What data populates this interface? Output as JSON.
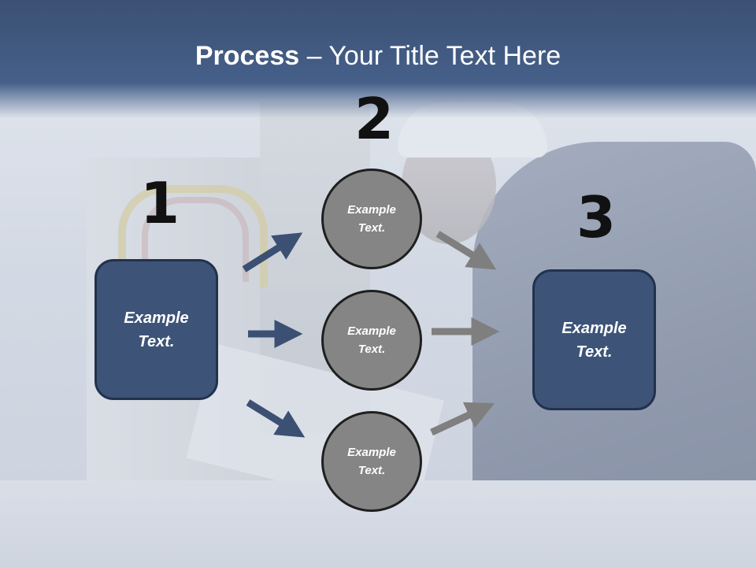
{
  "slide": {
    "title_bold": "Process",
    "title_rest": " – Your Title Text Here"
  },
  "numbers": {
    "one": "1",
    "two": "2",
    "three": "3"
  },
  "left_box": {
    "text": "Example\nText."
  },
  "circles": [
    {
      "text": "Example\nText."
    },
    {
      "text": "Example\nText."
    },
    {
      "text": "Example\nText."
    }
  ],
  "right_box": {
    "text": "Example\nText."
  },
  "colors": {
    "title_band": "#3b5073",
    "box_fill": "#3d5478",
    "circle_fill": "#858585",
    "arrow_dark": "#3b5073",
    "arrow_gray": "#7f7f7f"
  }
}
